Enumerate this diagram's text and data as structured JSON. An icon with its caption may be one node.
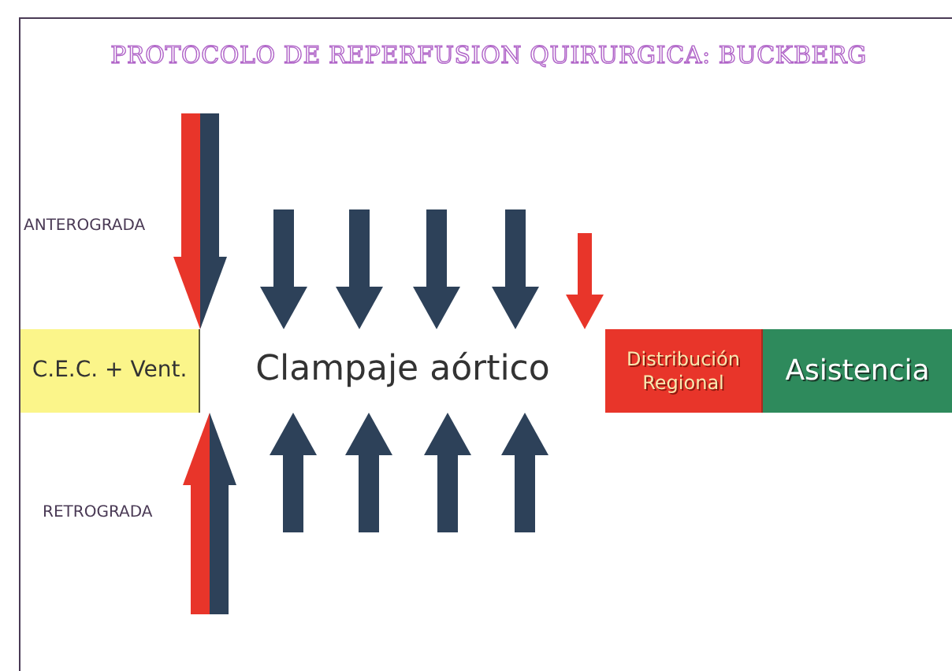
{
  "diagram": {
    "title": "PROTOCOLO DE REPERFUSION QUIRURGICA: BUCKBERG",
    "nodes": [
      {
        "text": [
          "C.E.C. + Vent."
        ]
      },
      {
        "text": [
          "Clampaje aórtico"
        ]
      },
      {
        "text": [
          "Distribución Regional"
        ]
      },
      {
        "text": [
          "Asistencia"
        ]
      }
    ],
    "edges": [
      {
        "from": null,
        "to": 1,
        "arrow": "to",
        "style": "thick"
      },
      {
        "from": null,
        "to": 1,
        "arrow": "to"
      },
      {
        "from": null,
        "to": 1,
        "arrow": "to"
      },
      {
        "from": null,
        "to": 1,
        "arrow": "to"
      },
      {
        "from": null,
        "to": 1,
        "arrow": "to"
      },
      {
        "from": null,
        "to": 1,
        "arrow": "to",
        "color": "#e8352a"
      },
      {
        "from": null,
        "to": 1,
        "arrow": "to",
        "style": "thick"
      },
      {
        "from": null,
        "to": 1,
        "arrow": "to"
      },
      {
        "from": null,
        "to": 1,
        "arrow": "to"
      },
      {
        "from": null,
        "to": 1,
        "arrow": "to"
      },
      {
        "from": null,
        "to": 1,
        "arrow": "to"
      }
    ],
    "labels": [
      "ANTEROGRADA",
      "RETROGRADA"
    ]
  }
}
